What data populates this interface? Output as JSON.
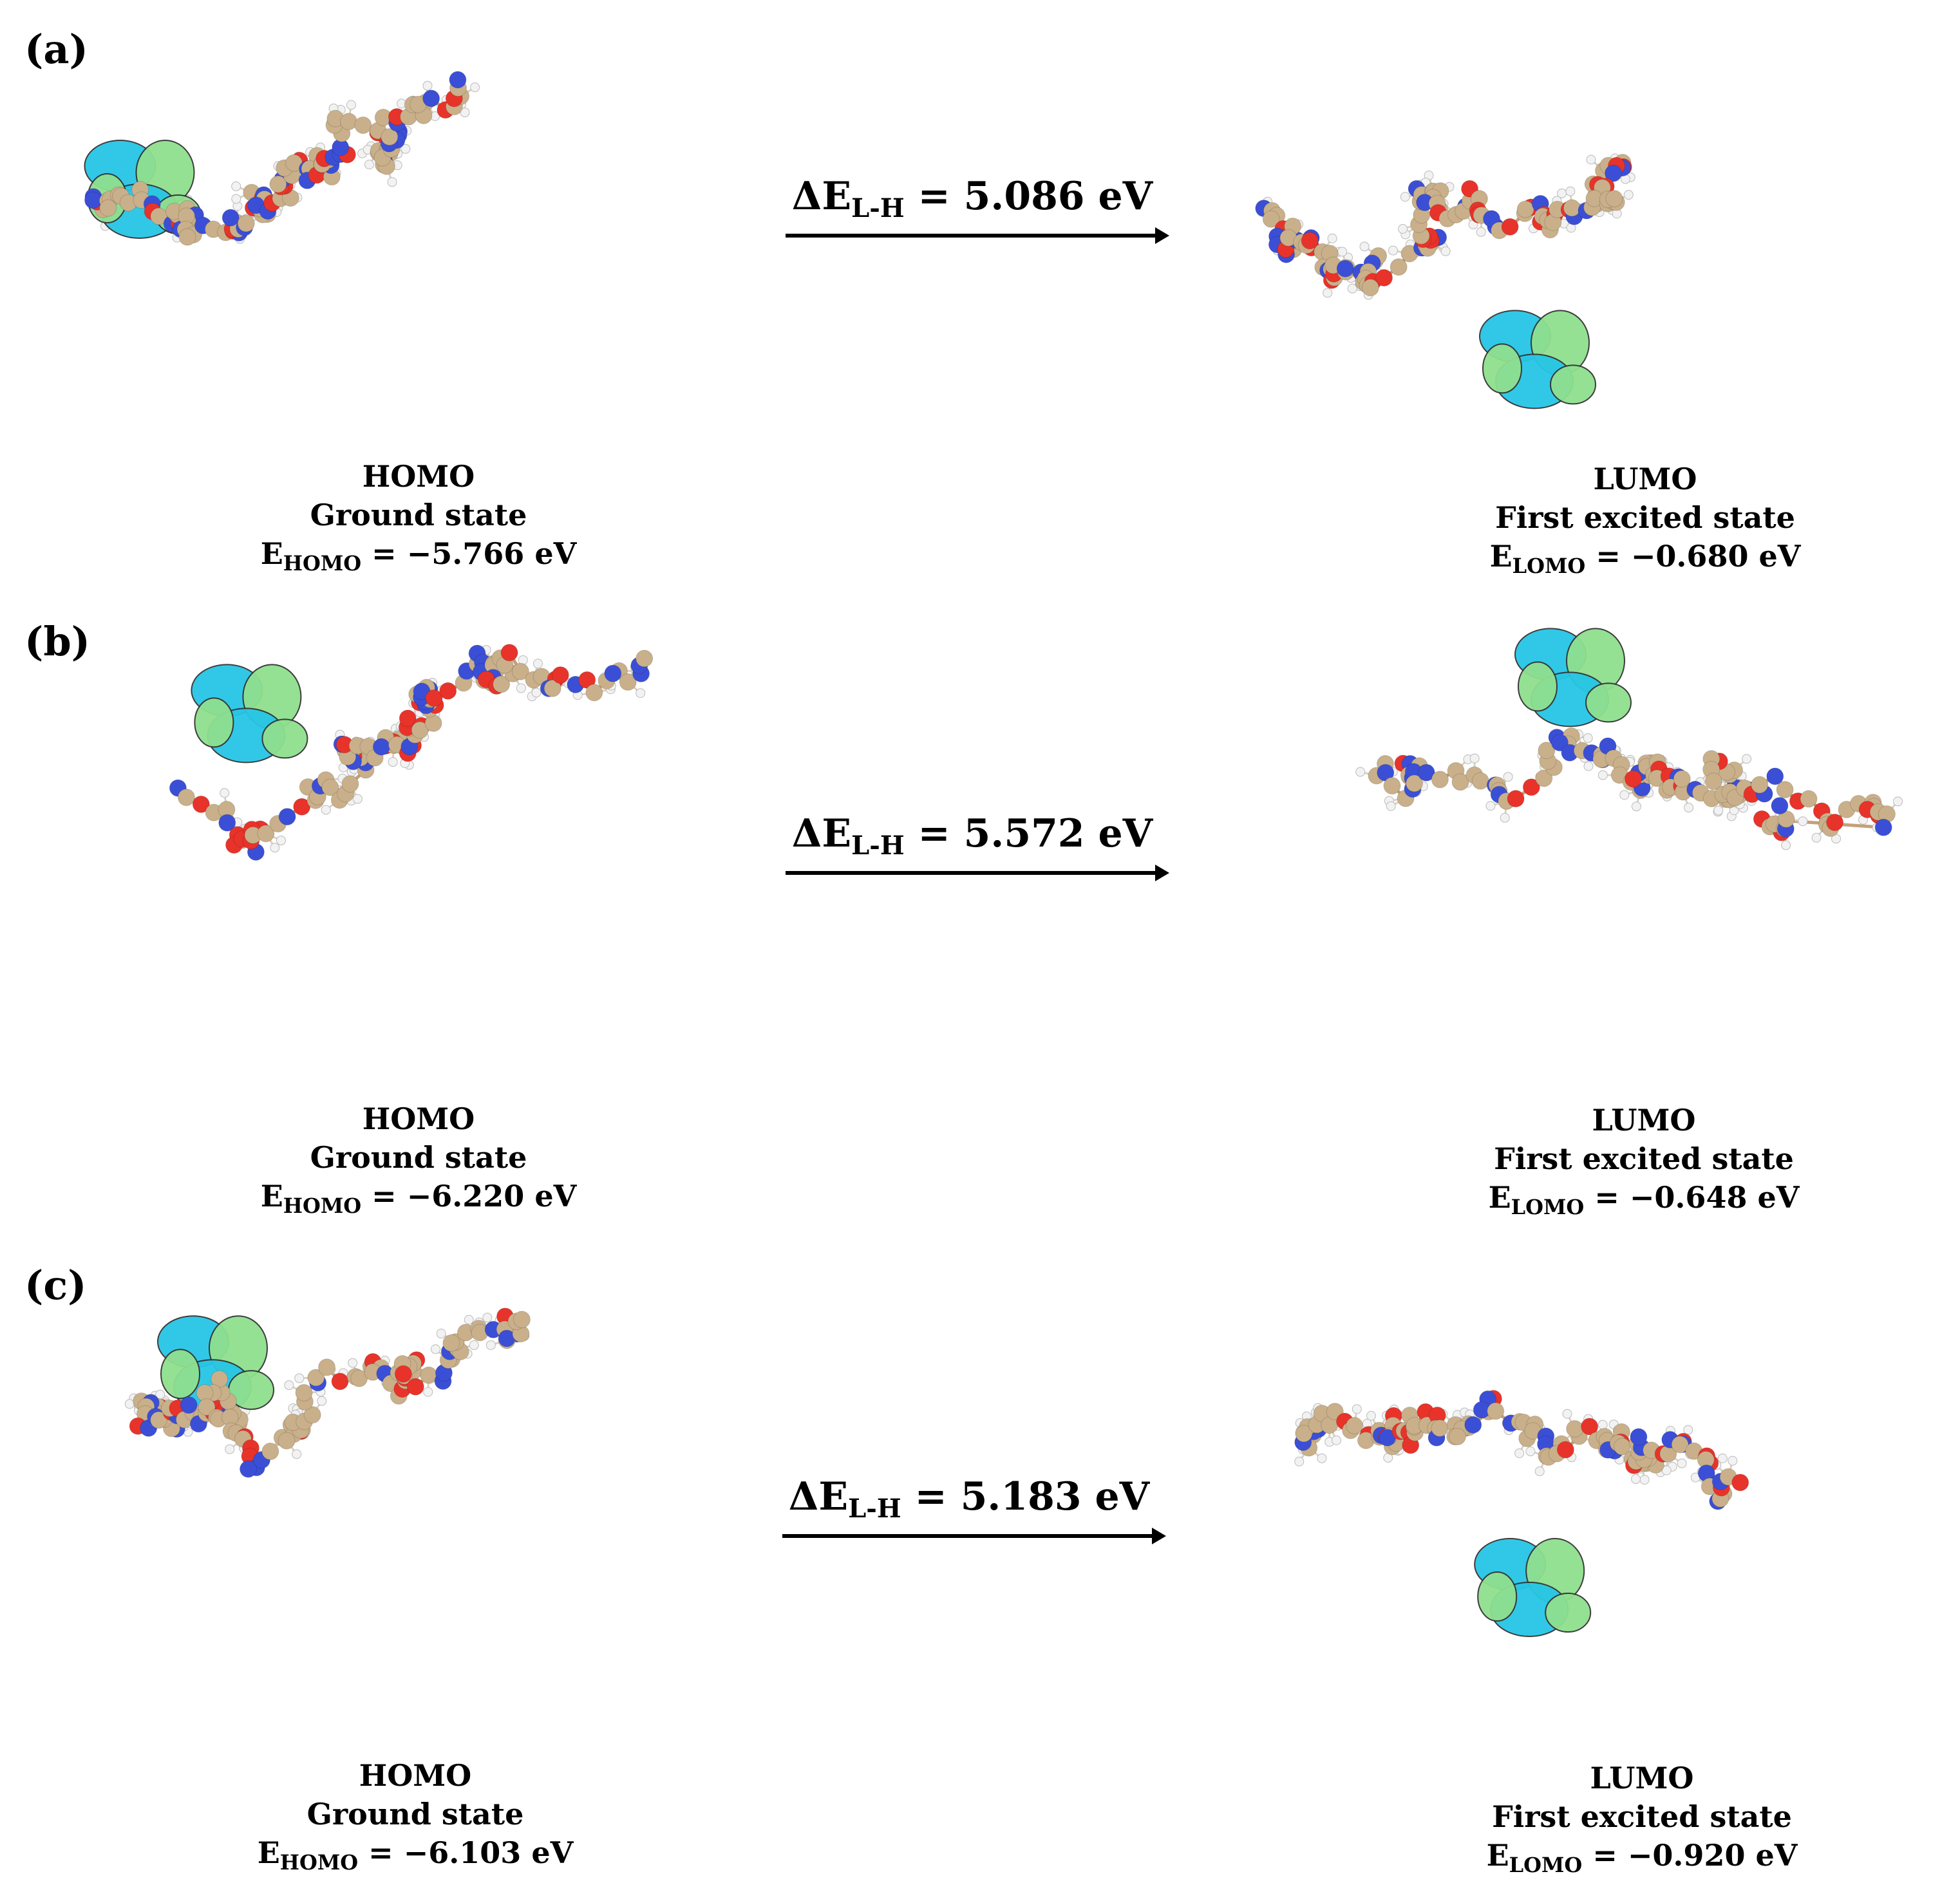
{
  "panels": [
    {
      "label": "(a)",
      "delta_prefix": "ΔE",
      "delta_sub": "L-H",
      "delta_value": "= 5.086 eV",
      "homo": {
        "title": "HOMO",
        "state": "Ground state",
        "e_prefix": "E",
        "e_sub": "HOMO",
        "e_value": "= −5.766 eV"
      },
      "lumo": {
        "title": "LUMO",
        "state": "First excited state",
        "e_prefix": "E",
        "e_sub": "LOMO",
        "e_value": "= −0.680 eV"
      }
    },
    {
      "label": "(b)",
      "delta_prefix": "ΔE",
      "delta_sub": "L-H",
      "delta_value": "= 5.572 eV",
      "homo": {
        "title": "HOMO",
        "state": "Ground state",
        "e_prefix": "E",
        "e_sub": "HOMO",
        "e_value": "= −6.220 eV"
      },
      "lumo": {
        "title": "LUMO",
        "state": "First excited state",
        "e_prefix": "E",
        "e_sub": "LOMO",
        "e_value": "= −0.648 eV"
      }
    },
    {
      "label": "(c)",
      "delta_prefix": "ΔE",
      "delta_sub": "L-H",
      "delta_value": "= 5.183 eV",
      "homo": {
        "title": "HOMO",
        "state": "Ground state",
        "e_prefix": "E",
        "e_sub": "HOMO",
        "e_value": "= −6.103 eV"
      },
      "lumo": {
        "title": "LUMO",
        "state": "First excited state",
        "e_prefix": "E",
        "e_sub": "LOMO",
        "e_value": "= −0.920 eV"
      }
    }
  ],
  "colors": {
    "carbon": "#c9b08a",
    "oxygen": "#e8332a",
    "nitrogen": "#3b4fd6",
    "hydrogen": "#f2f2f2",
    "bond": "#c4a07a",
    "orbital_positive": "#26c6e6",
    "orbital_negative": "#8fe08f"
  }
}
